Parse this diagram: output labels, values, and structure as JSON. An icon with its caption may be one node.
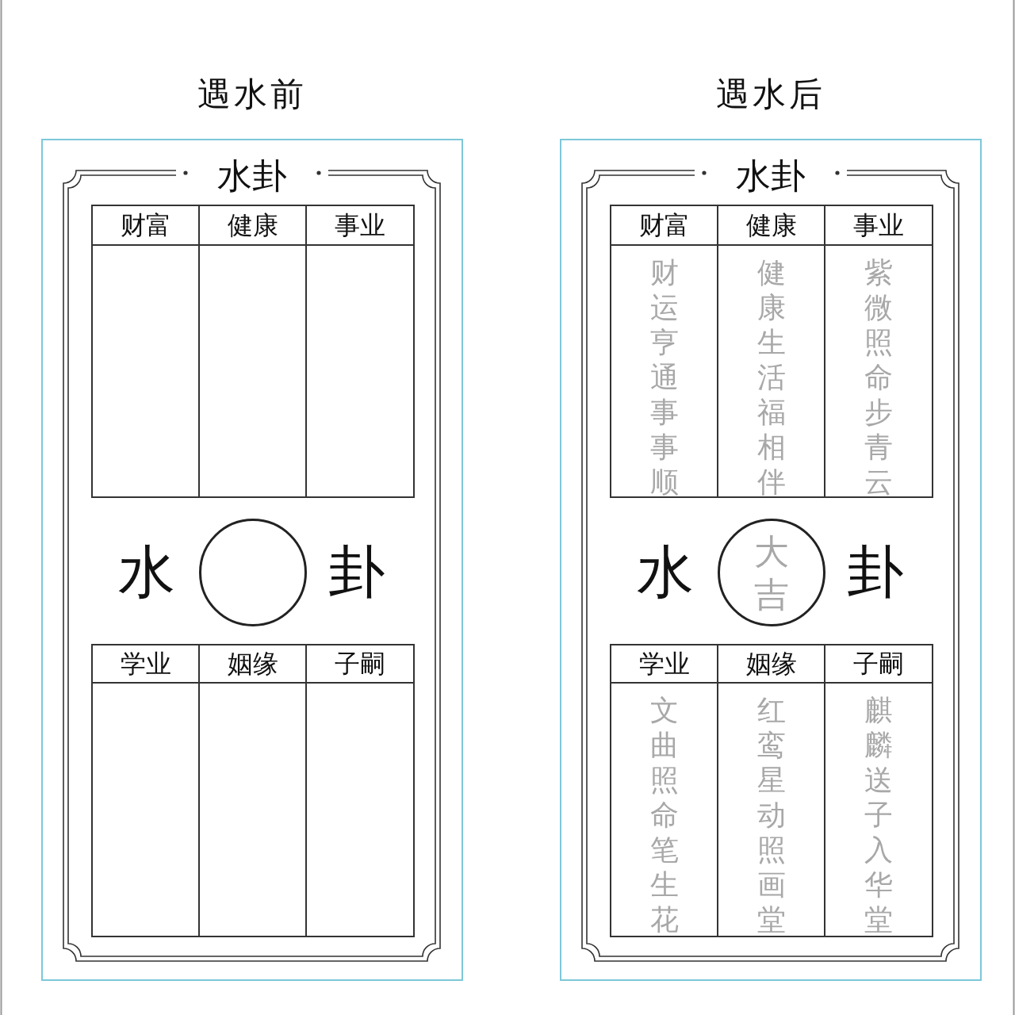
{
  "diagram": {
    "nodes": [
      {
        "text": [
          "遇水前",
          "水卦"
        ]
      },
      {
        "text": [
          "财富"
        ],
        "in": 0
      },
      {
        "text": [
          "健康"
        ],
        "in": 0
      },
      {
        "text": [
          "事业"
        ],
        "in": 0
      },
      {
        "text": [],
        "shape": "circle",
        "in": 0
      },
      {
        "text": [
          "学业"
        ],
        "in": 0
      },
      {
        "text": [
          "姻缘"
        ],
        "in": 0
      },
      {
        "text": [
          "子嗣"
        ],
        "in": 0
      },
      {
        "text": [
          "遇水后",
          "水卦"
        ]
      },
      {
        "text": [
          "财富",
          "财运亨通事事顺"
        ],
        "in": 8
      },
      {
        "text": [
          "健康",
          "健康生活福相伴"
        ],
        "in": 8
      },
      {
        "text": [
          "事业",
          "紫微照命步青云"
        ],
        "in": 8
      },
      {
        "text": [
          "大吉"
        ],
        "in": 8
      },
      {
        "text": [
          "学业",
          "文曲照命笔生花"
        ],
        "in": 8
      },
      {
        "text": [
          "姻缘",
          "红鸾星动照画堂"
        ],
        "in": 8
      },
      {
        "text": [
          "子嗣",
          "麒麟送子入华堂"
        ],
        "in": 8
      }
    ],
    "labels": [
      "水",
      "卦",
      "水",
      "卦"
    ]
  }
}
